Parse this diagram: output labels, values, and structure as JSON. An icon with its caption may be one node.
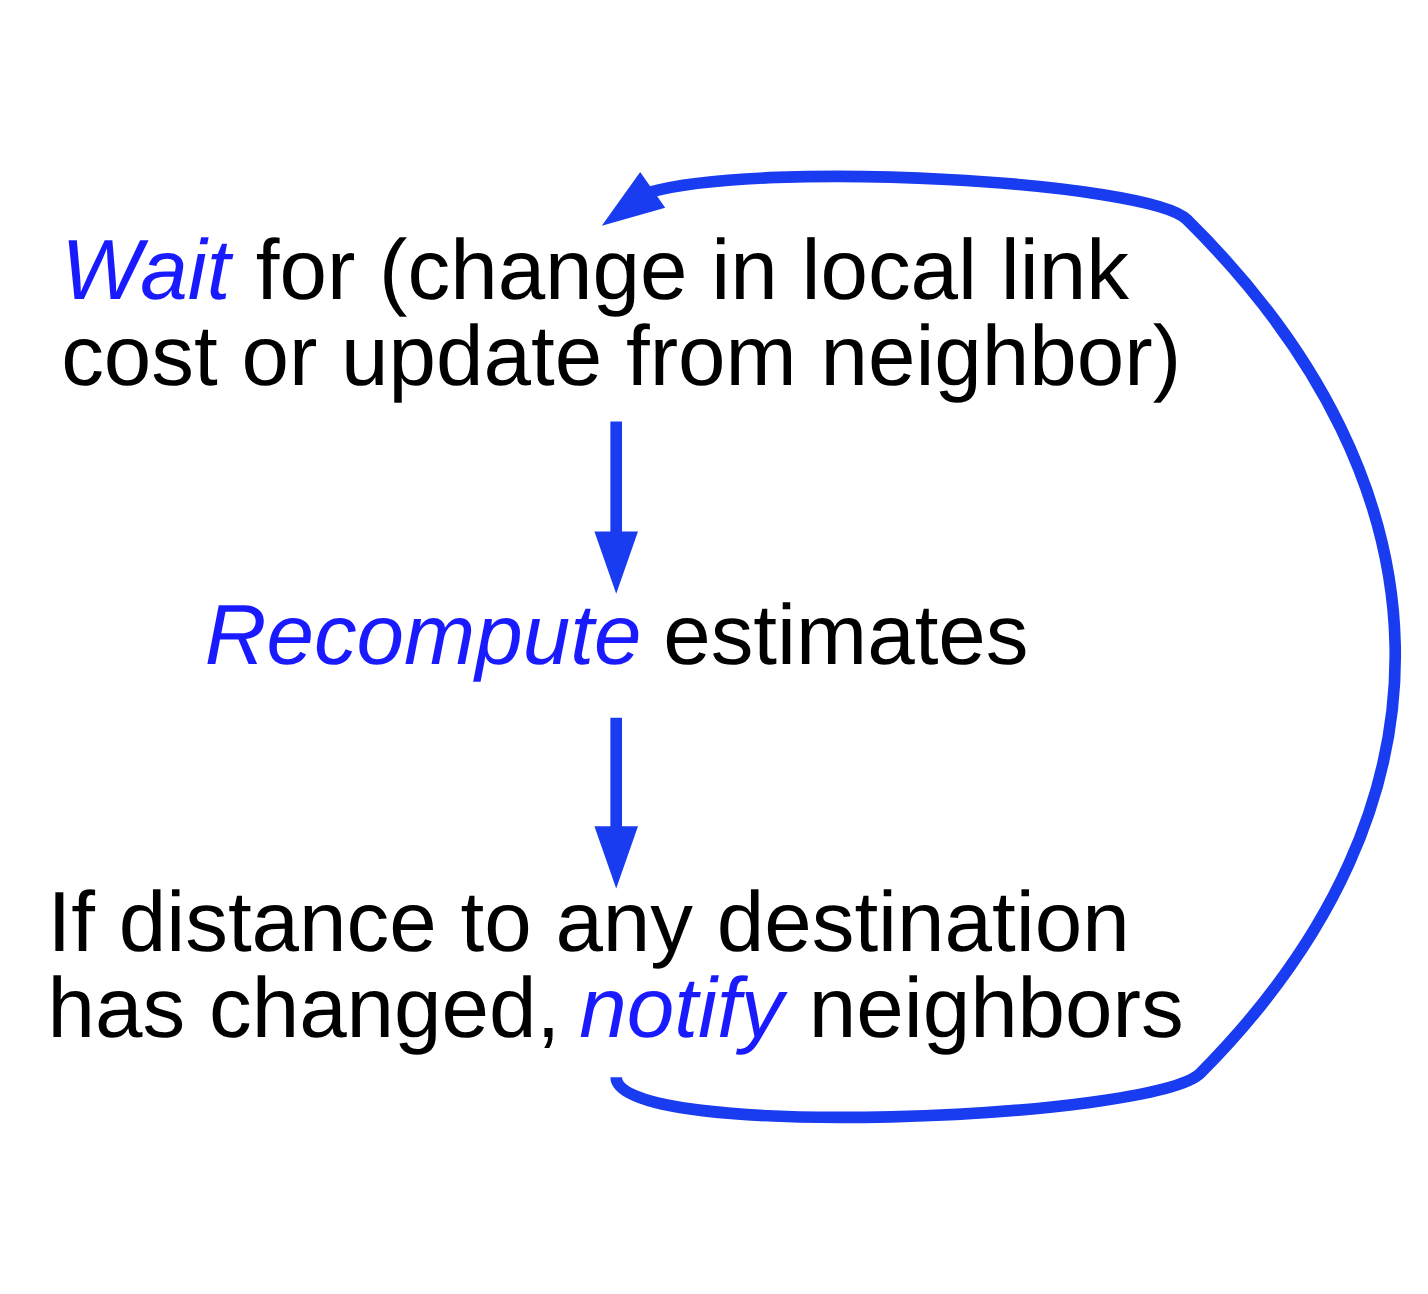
{
  "diagram": {
    "nodes": [
      {
        "text": [
          "*Wait* for (change in local link cost or update from neighbor)"
        ]
      },
      {
        "text": [
          "*Recompute* estimates"
        ]
      },
      {
        "text": [
          "If distance to any destination has changed, *notify* neighbors"
        ]
      }
    ],
    "edges": [
      {
        "from": 0,
        "to": 1,
        "arrow": "to"
      },
      {
        "from": 1,
        "to": 2,
        "arrow": "to"
      },
      {
        "from": 2,
        "to": 0,
        "arrow": "to"
      }
    ]
  }
}
